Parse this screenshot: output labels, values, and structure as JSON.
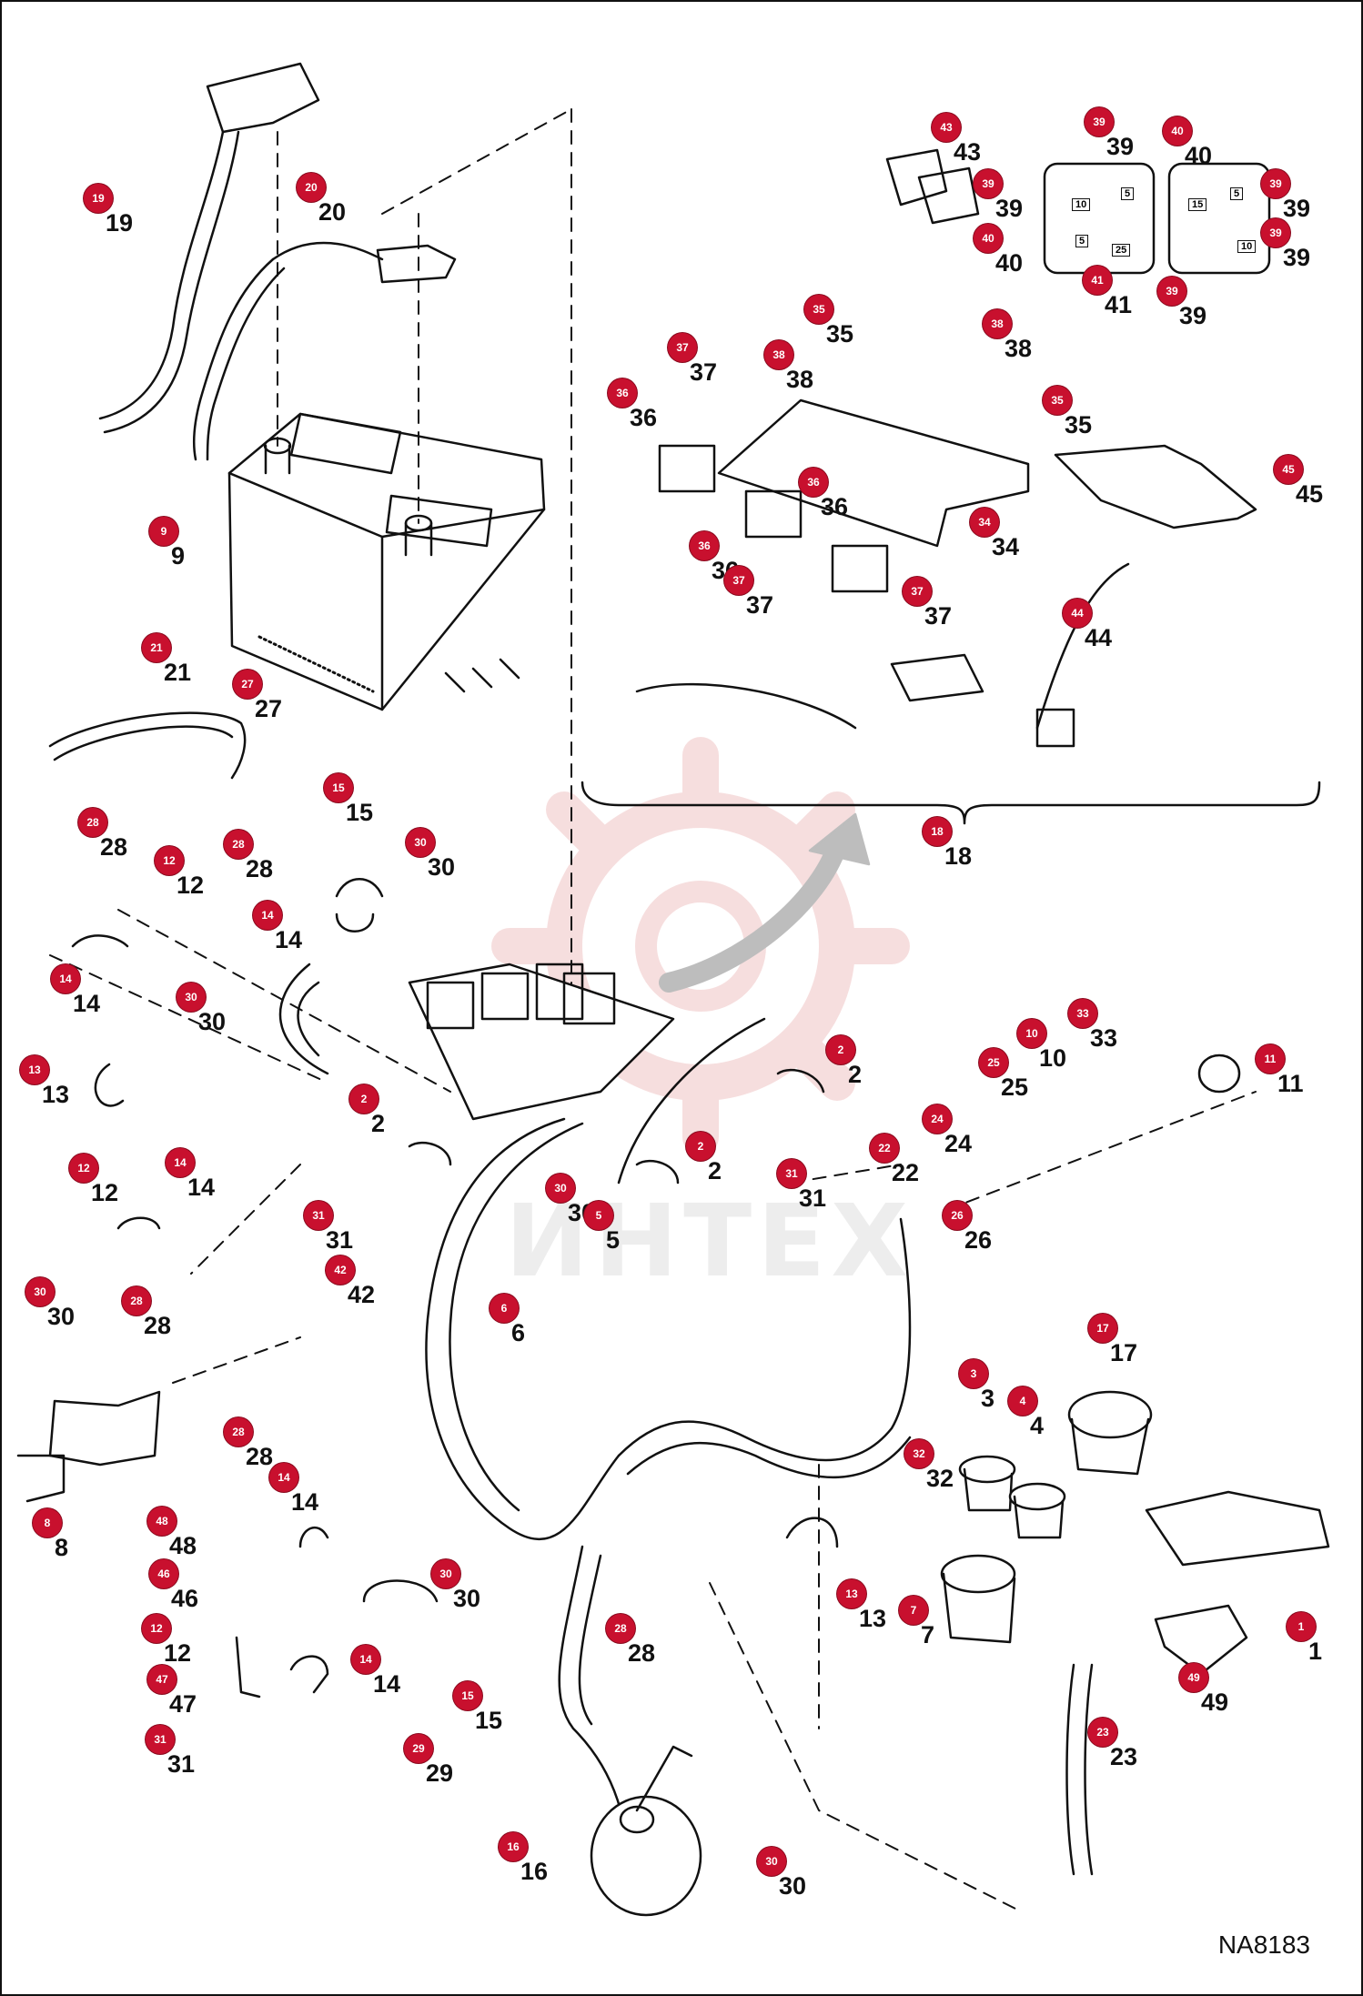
{
  "drawing_code": "NA8183",
  "watermark_text": "ИНТЕХ",
  "colors": {
    "badge": "#c8102e",
    "line": "#111111",
    "watermark": "#e8b3b3"
  },
  "callouts": [
    {
      "id": "c19",
      "n": "19"
    },
    {
      "id": "c20",
      "n": "20"
    },
    {
      "id": "c9",
      "n": "9"
    },
    {
      "id": "c21",
      "n": "21"
    },
    {
      "id": "c27",
      "n": "27"
    },
    {
      "id": "c28a",
      "n": "28"
    },
    {
      "id": "c12a",
      "n": "12"
    },
    {
      "id": "c14a",
      "n": "14"
    },
    {
      "id": "c30a",
      "n": "30"
    },
    {
      "id": "c15a",
      "n": "15"
    },
    {
      "id": "c28b",
      "n": "28"
    },
    {
      "id": "c30b",
      "n": "30"
    },
    {
      "id": "c14b",
      "n": "14"
    },
    {
      "id": "c13a",
      "n": "13"
    },
    {
      "id": "c12b",
      "n": "12"
    },
    {
      "id": "c14c",
      "n": "14"
    },
    {
      "id": "c30c",
      "n": "30"
    },
    {
      "id": "c28c",
      "n": "28"
    },
    {
      "id": "c2a",
      "n": "2"
    },
    {
      "id": "c2b",
      "n": "2"
    },
    {
      "id": "c2c",
      "n": "2"
    },
    {
      "id": "c31a",
      "n": "31"
    },
    {
      "id": "c42",
      "n": "42"
    },
    {
      "id": "c30d",
      "n": "30"
    },
    {
      "id": "c5",
      "n": "5"
    },
    {
      "id": "c6",
      "n": "6"
    },
    {
      "id": "c31b",
      "n": "31"
    },
    {
      "id": "c22",
      "n": "22"
    },
    {
      "id": "c26",
      "n": "26"
    },
    {
      "id": "c24",
      "n": "24"
    },
    {
      "id": "c25",
      "n": "25"
    },
    {
      "id": "c10",
      "n": "10"
    },
    {
      "id": "c33",
      "n": "33"
    },
    {
      "id": "c11",
      "n": "11"
    },
    {
      "id": "c8",
      "n": "8"
    },
    {
      "id": "c48",
      "n": "48"
    },
    {
      "id": "c28d",
      "n": "28"
    },
    {
      "id": "c14d",
      "n": "14"
    },
    {
      "id": "c46",
      "n": "46"
    },
    {
      "id": "c12c",
      "n": "12"
    },
    {
      "id": "c47",
      "n": "47"
    },
    {
      "id": "c31c",
      "n": "31"
    },
    {
      "id": "c14e",
      "n": "14"
    },
    {
      "id": "c30e",
      "n": "30"
    },
    {
      "id": "c15b",
      "n": "15"
    },
    {
      "id": "c29",
      "n": "29"
    },
    {
      "id": "c28e",
      "n": "28"
    },
    {
      "id": "c16",
      "n": "16"
    },
    {
      "id": "c30f",
      "n": "30"
    },
    {
      "id": "c3",
      "n": "3"
    },
    {
      "id": "c4",
      "n": "4"
    },
    {
      "id": "c32",
      "n": "32"
    },
    {
      "id": "c17",
      "n": "17"
    },
    {
      "id": "c13b",
      "n": "13"
    },
    {
      "id": "c7",
      "n": "7"
    },
    {
      "id": "c23",
      "n": "23"
    },
    {
      "id": "c49",
      "n": "49"
    },
    {
      "id": "c1",
      "n": "1"
    },
    {
      "id": "c18",
      "n": "18"
    },
    {
      "id": "c43",
      "n": "43"
    },
    {
      "id": "c39a",
      "n": "39"
    },
    {
      "id": "c40a",
      "n": "40"
    },
    {
      "id": "c39b",
      "n": "39"
    },
    {
      "id": "c39c",
      "n": "39"
    },
    {
      "id": "c40b",
      "n": "40"
    },
    {
      "id": "c41",
      "n": "41"
    },
    {
      "id": "c39d",
      "n": "39"
    },
    {
      "id": "c39e",
      "n": "39"
    },
    {
      "id": "c35a",
      "n": "35"
    },
    {
      "id": "c38a",
      "n": "38"
    },
    {
      "id": "c37a",
      "n": "37"
    },
    {
      "id": "c38b",
      "n": "38"
    },
    {
      "id": "c36a",
      "n": "36"
    },
    {
      "id": "c35b",
      "n": "35"
    },
    {
      "id": "c36b",
      "n": "36"
    },
    {
      "id": "c36c",
      "n": "36"
    },
    {
      "id": "c37b",
      "n": "37"
    },
    {
      "id": "c34",
      "n": "34"
    },
    {
      "id": "c37c",
      "n": "37"
    },
    {
      "id": "c44",
      "n": "44"
    },
    {
      "id": "c45",
      "n": "45"
    }
  ],
  "fuse_labels": [
    "10",
    "5",
    "15",
    "5",
    "25",
    "5",
    "10"
  ]
}
